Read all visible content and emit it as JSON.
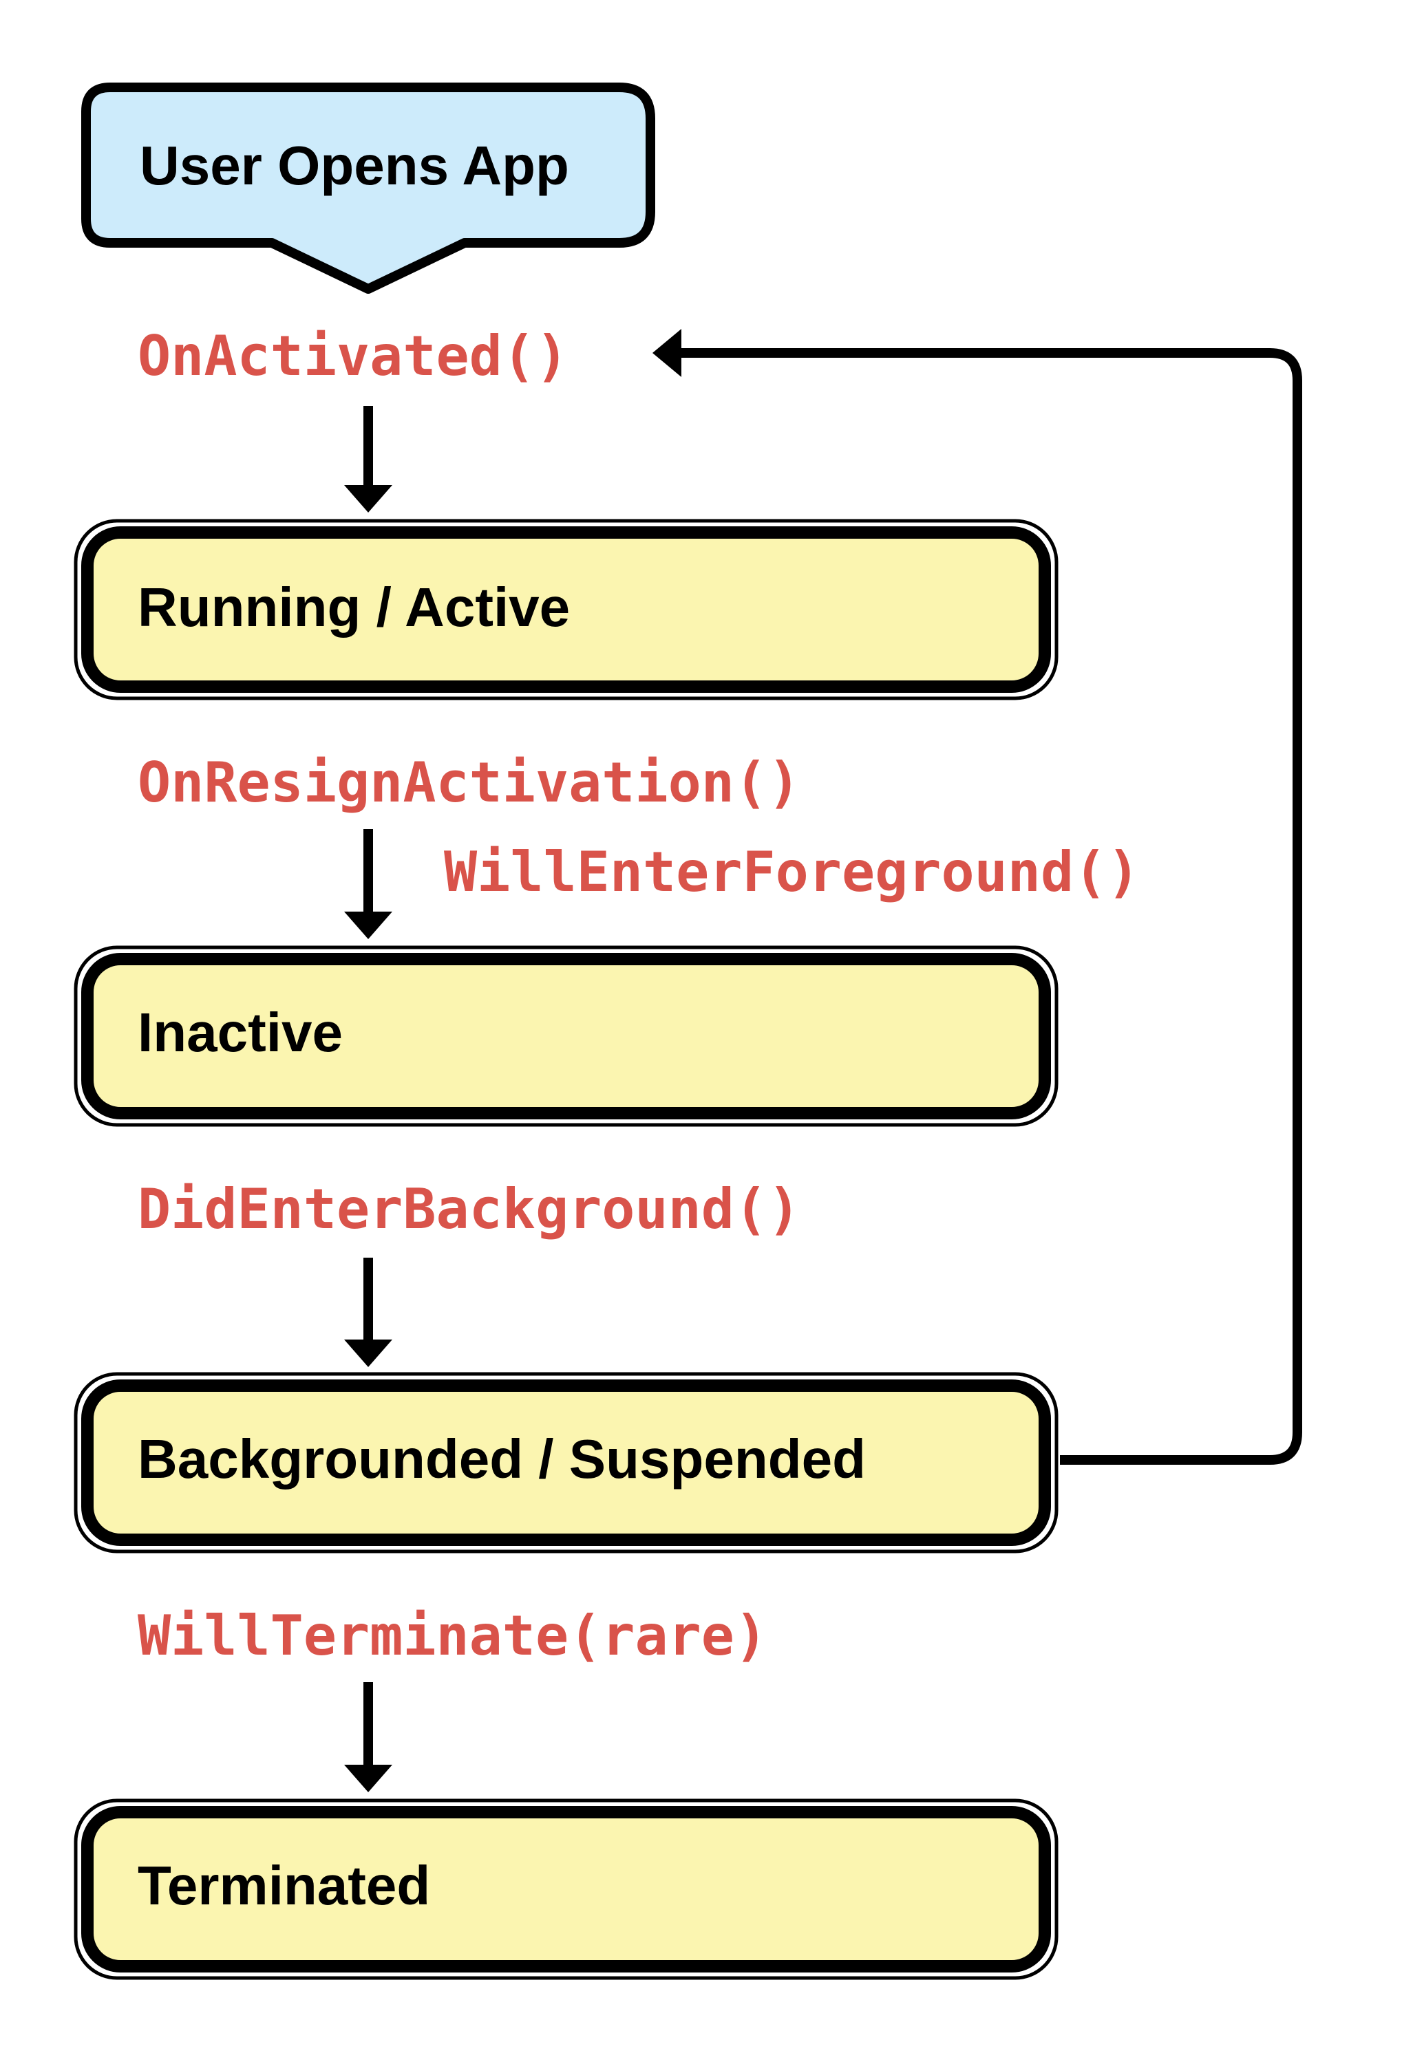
{
  "colors": {
    "start_fill": "#cdebfb",
    "state_fill": "#fbf5b0",
    "stroke": "#000000",
    "event_text": "#d9534a"
  },
  "start": {
    "label": "User Opens App"
  },
  "states": [
    {
      "id": "running",
      "label": "Running / Active"
    },
    {
      "id": "inactive",
      "label": "Inactive"
    },
    {
      "id": "backgrounded",
      "label": "Backgrounded / Suspended"
    },
    {
      "id": "terminated",
      "label": "Terminated"
    }
  ],
  "events": {
    "on_activated": "OnActivated()",
    "on_resign_activation": "OnResignActivation()",
    "will_enter_foreground": "WillEnterForeground()",
    "did_enter_background": "DidEnterBackground()",
    "will_terminate": "WillTerminate(rare)"
  }
}
